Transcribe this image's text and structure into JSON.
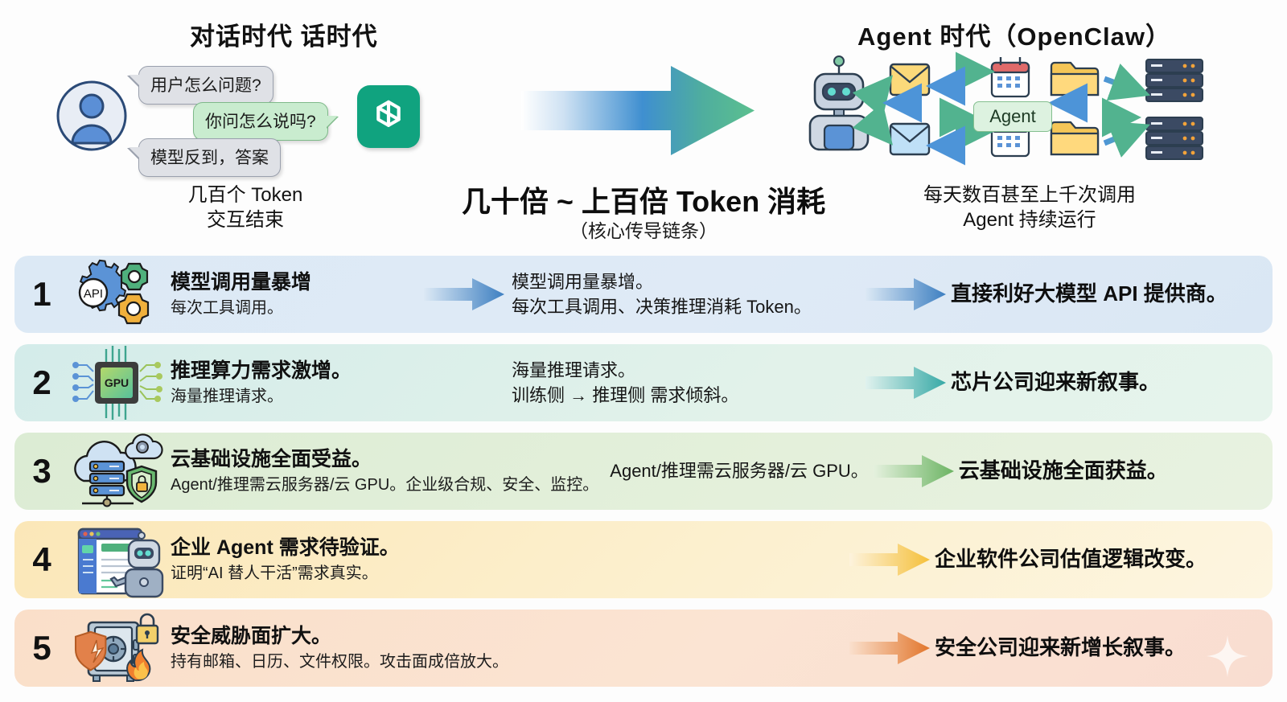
{
  "top": {
    "left_title": "对话时代 话时代",
    "right_title": "Agent 时代（OpenClaw）",
    "bubbles": [
      {
        "text": "用户怎么问题?",
        "style": "grey"
      },
      {
        "text": "你问怎么说吗?",
        "style": "green"
      },
      {
        "text": "模型反到，答案",
        "style": "grey"
      }
    ],
    "left_caption_line1": "几百个 Token",
    "left_caption_line2": "交互结束",
    "right_caption_line1": "每天数百甚至上千次调用",
    "right_caption_line2": "Agent 持续运行",
    "middle_headline": "几十倍 ~ 上百倍 Token 消耗",
    "middle_sub": "（核心传导链条）",
    "agent_node_label": "Agent",
    "icons": {
      "avatar": "user-avatar-icon",
      "openai": "openai-logo-icon",
      "robot": "robot-icon",
      "mail": "mail-icon",
      "calendar": "calendar-icon",
      "folder": "folder-icon",
      "server": "server-icon",
      "big_arrow": "big-right-arrow-icon"
    }
  },
  "rows": [
    {
      "num": "1",
      "icon": "api-gears-icon",
      "headline": "模型调用量暴增",
      "subline": "每次工具调用。",
      "detail_line1": "模型调用量暴增。",
      "detail_line2": "每次工具调用、决策推理消耗 Token。",
      "conclusion": "直接利好大模型 API 提供商。",
      "accent": "#3d7fc1"
    },
    {
      "num": "2",
      "icon": "gpu-chip-icon",
      "headline": "推理算力需求激增。",
      "subline": "海量推理请求。",
      "detail_line1": "海量推理请求。",
      "detail_line2": "训练侧 → 推理侧 需求倾斜。",
      "conclusion": "芯片公司迎来新叙事。",
      "accent": "#37a9a6"
    },
    {
      "num": "3",
      "icon": "cloud-server-shield-icon",
      "headline": "云基础设施全面受益。",
      "subline": "Agent/推理需云服务器/云 GPU。企业级合规、安全、监控。",
      "detail_line1": "Agent/推理需云服务器/云 GPU。",
      "detail_line2": "",
      "conclusion": "云基础设施全面获益。",
      "accent": "#6cb463"
    },
    {
      "num": "4",
      "icon": "dashboard-robot-icon",
      "headline": "企业 Agent 需求待验证。",
      "subline": "证明“AI 替人干活”需求真实。",
      "detail_line1": "",
      "detail_line2": "",
      "conclusion": "企业软件公司估值逻辑改变。",
      "accent": "#f0b72e"
    },
    {
      "num": "5",
      "icon": "safe-lock-fire-icon",
      "headline": "安全威胁面扩大。",
      "subline": "持有邮箱、日历、文件权限。攻击面成倍放大。",
      "detail_line1": "",
      "detail_line2": "",
      "conclusion": "安全公司迎来新增长叙事。",
      "accent": "#e2762c"
    }
  ]
}
